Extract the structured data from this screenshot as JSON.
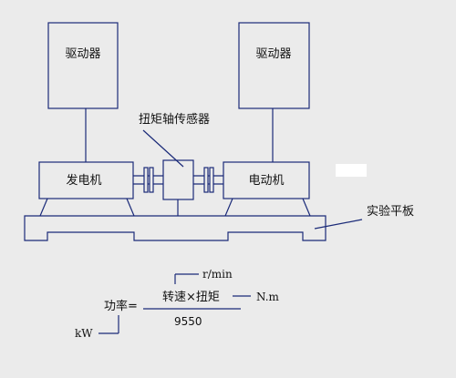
{
  "diagram": {
    "driver_left": "驱动器",
    "driver_right": "驱动器",
    "torque_sensor": "扭矩轴传感器",
    "generator": "发电机",
    "motor": "电动机",
    "test_platform": "实验平板"
  },
  "formula": {
    "lhs": "功率=",
    "numerator": "转速×扭矩",
    "denominator": "9550",
    "unit_speed": "r/min",
    "unit_torque": "N.m",
    "unit_power": "kW"
  },
  "colors": {
    "line": "#1a2a78",
    "background": "#ebebeb"
  }
}
